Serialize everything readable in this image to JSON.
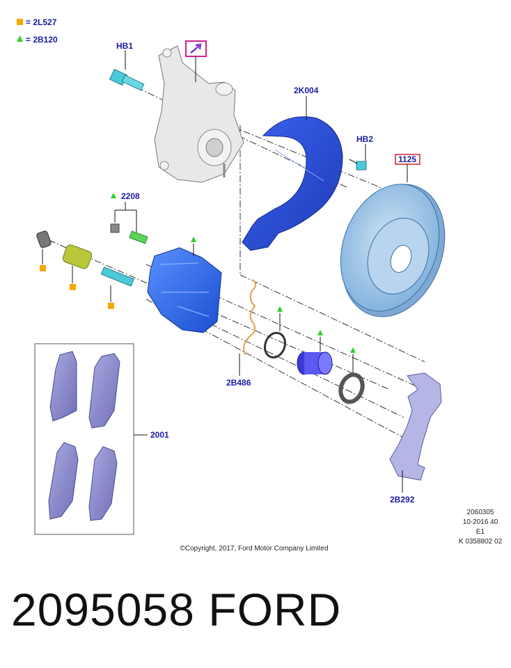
{
  "legend": [
    {
      "symbol": "square",
      "color": "#f5a800",
      "text": "= 2L527"
    },
    {
      "symbol": "triangle",
      "color": "#2bd12b",
      "text": "= 2B120"
    }
  ],
  "callouts": {
    "hb1": "HB1",
    "hb2": "HB2",
    "k2k004": "2K004",
    "c1125": "1125",
    "c2208": "2208",
    "c2b486": "2B486",
    "c2001": "2001",
    "c2b292": "2B292"
  },
  "info_block": [
    "2060305",
    "10-2016 40",
    "E1",
    "K 0358802 02"
  ],
  "copyright": "©Copyright, 2017, Ford Motor Company Limited",
  "part_number": "2095058   FORD",
  "colors": {
    "label": "#1a1aa6",
    "highlight_box": "#d0208a",
    "disc": "#9cc3e6",
    "caliper": "#2f6fe8",
    "shield": "#2e4fd6",
    "pads": "#8f8fcf",
    "bracket": "#b5b5e6",
    "piston": "#5a5af0",
    "guide_pin_sleeve": "#b8c83a",
    "bolt": "#4cc9d9",
    "knuckle": "#e6e6e6"
  }
}
